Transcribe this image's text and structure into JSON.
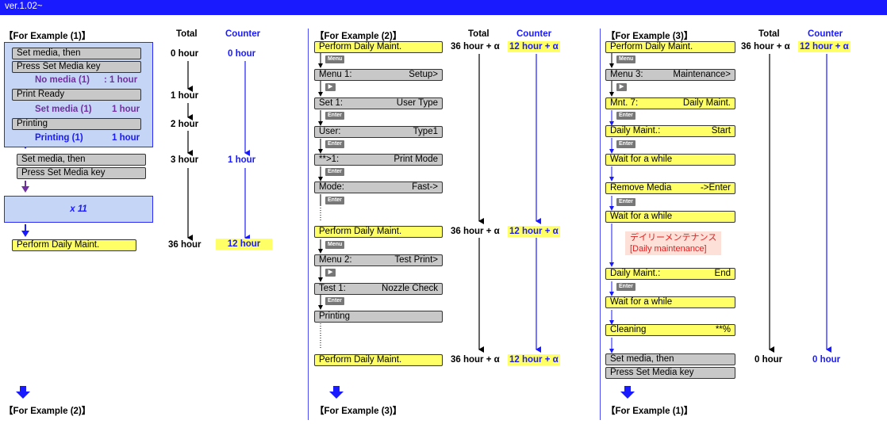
{
  "version": "ver.1.02~",
  "col_headers": {
    "total": "Total",
    "counter": "Counter"
  },
  "ex1": {
    "title": "【For Example (1)】",
    "box_set_media": "Set media, then",
    "box_press_key": "Press Set Media key",
    "label_no_media": "No media (1)",
    "label_no_media_time": ": 1 hour",
    "box_print_ready": "Print Ready",
    "label_set_media": "Set media (1)",
    "label_set_media_time": "1 hour",
    "box_printing": "Printing",
    "label_printing": "Printing (1)",
    "label_printing_time": "1 hour",
    "box_set_media2": "Set media, then",
    "box_press_key2": "Press Set Media key",
    "repeat": "x 11",
    "box_daily": "Perform Daily Maint.",
    "total": [
      "0 hour",
      "1 hour",
      "2 hour",
      "3 hour",
      "36 hour"
    ],
    "counter": [
      "0 hour",
      "1 hour",
      "12 hour"
    ],
    "next": "【For Example (2)】"
  },
  "ex2": {
    "title": "【For Example (2)】",
    "box_daily1": "Perform Daily Maint.",
    "key_menu": "Menu",
    "box_menu1": "Menu  1:",
    "box_menu1_r": "Setup>",
    "box_set1": "Set  1:",
    "box_set1_r": "User Type",
    "key_enter": "Enter",
    "box_user": "User:",
    "box_user_r": "Type1",
    "box_pm": "**>1:",
    "box_pm_r": "Print Mode",
    "box_mode": "Mode:",
    "box_mode_r": "Fast->",
    "box_daily2": "Perform Daily Maint.",
    "box_menu2": "Menu  2:",
    "box_menu2_r": "Test Print>",
    "box_test1": "Test  1:",
    "box_test1_r": "Nozzle Check",
    "box_printing": "Printing",
    "box_daily3": "Perform Daily Maint.",
    "total": "36 hour + α",
    "counter": "12 hour + α",
    "next": "【For Example (3)】"
  },
  "ex3": {
    "title": "【For Example (3)】",
    "box_daily1": "Perform Daily Maint.",
    "box_menu3": "Menu  3:",
    "box_menu3_r": "Maintenance>",
    "box_mnt7": "Mnt.  7:",
    "box_mnt7_r": "Daily Maint.",
    "box_dm_start": "Daily Maint.:",
    "box_dm_start_r": "Start",
    "box_wait1": "Wait for a while",
    "box_remove": "Remove Media",
    "box_remove_r": "->Enter",
    "box_wait2": "Wait for a while",
    "note_jp": "デイリーメンテナンス",
    "note_en": "[Daily maintenance]",
    "box_dm_end": "Daily Maint.:",
    "box_dm_end_r": "End",
    "box_wait3": "Wait for a while",
    "box_cleaning": "Cleaning",
    "box_cleaning_r": "**%",
    "box_set_media": "Set media, then",
    "box_press_key": "Press Set Media key",
    "total": "36 hour + α",
    "counter": "12 hour + α",
    "total_end": "0 hour",
    "counter_end": "0 hour",
    "next": "【For Example (1)】"
  },
  "colors": {
    "accent_blue": "#1a1aff",
    "purple": "#7030a0",
    "yellow": "#ffff66",
    "gray": "#c8c8c8"
  }
}
